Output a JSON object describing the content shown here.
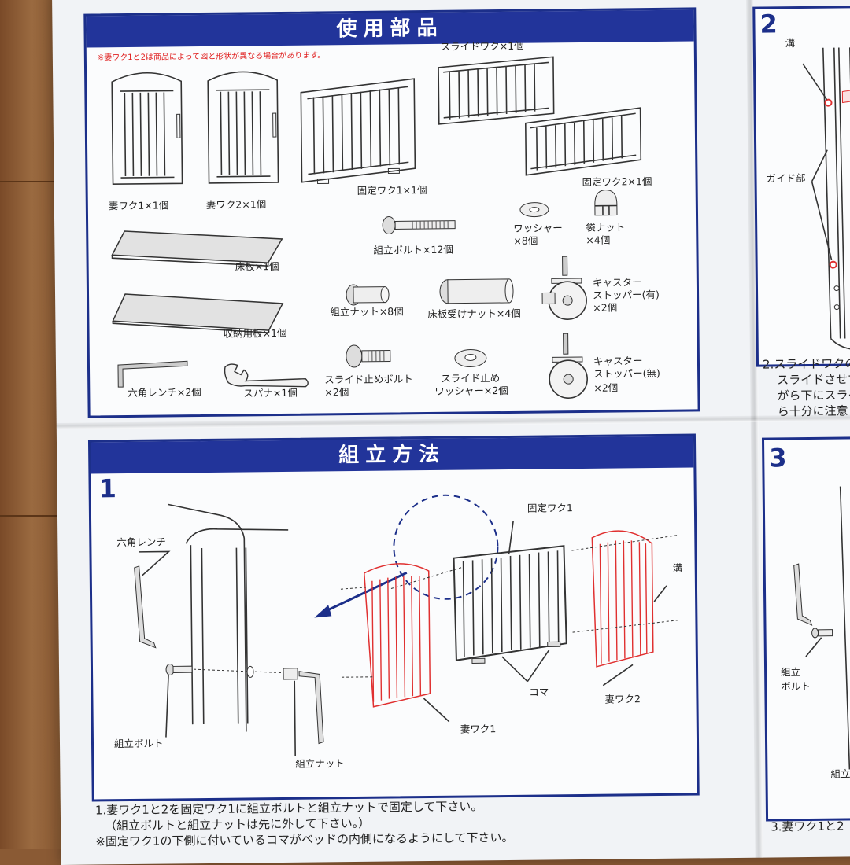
{
  "parts_section": {
    "title": "使用部品",
    "note": "※妻ワク1と2は商品によって図と形状が異なる場合があります。",
    "parts": [
      {
        "label": "妻ワク1×1個"
      },
      {
        "label": "妻ワク2×1個"
      },
      {
        "label": "固定ワク1×1個"
      },
      {
        "label": "スライドワク×1個"
      },
      {
        "label": "固定ワク2×1個"
      },
      {
        "label": "組立ボルト×12個"
      },
      {
        "label_1": "ワッシャー",
        "label_2": "×8個"
      },
      {
        "label_1": "袋ナット",
        "label_2": "×4個"
      },
      {
        "label": "床板×1個"
      },
      {
        "label": "収納用板×1個"
      },
      {
        "label": "組立ナット×8個"
      },
      {
        "label": "床板受けナット×4個"
      },
      {
        "label_1": "キャスター",
        "label_2": "ストッパー(有)",
        "label_3": "×2個"
      },
      {
        "label": "六角レンチ×2個"
      },
      {
        "label": "スパナ×1個"
      },
      {
        "label_1": "スライド止めボルト",
        "label_2": "×2個"
      },
      {
        "label_1": "スライド止め",
        "label_2": "ワッシャー×2個"
      },
      {
        "label_1": "キャスター",
        "label_2": "ストッパー(無)",
        "label_3": "×2個"
      }
    ]
  },
  "assembly_section": {
    "title": "組立方法",
    "step1": {
      "number": "1",
      "labels": {
        "hex_wrench": "六角レンチ",
        "assembly_bolt": "組立ボルト",
        "assembly_nut": "組立ナット",
        "fixed_frame1": "固定ワク1",
        "groove": "溝",
        "koma": "コマ",
        "end_frame1": "妻ワク1",
        "end_frame2": "妻ワク2"
      },
      "instructions": [
        "1.妻ワク1と2を固定ワク1に組立ボルトと組立ナットで固定して下さい。",
        "（組立ボルトと組立ナットは先に外して下さい。）",
        "※固定ワク1の下側に付いているコマがベッドの内側になるようにして下さい。"
      ]
    }
  },
  "step2_panel": {
    "number": "2",
    "labels": {
      "groove": "溝",
      "guide": "ガイド部"
    },
    "text_lines": [
      "2.スライドワクの",
      "スライドさせて",
      "がら下にスライ"
    ],
    "red_line": "ら十分に注意し"
  },
  "step3_panel": {
    "number": "3",
    "labels": {
      "assembly_bolt_1": "組立",
      "assembly_bolt_2": "ボルト",
      "assembly_nut_partial": "組立ナ"
    },
    "text_line": "3.妻ワク1と2"
  }
}
